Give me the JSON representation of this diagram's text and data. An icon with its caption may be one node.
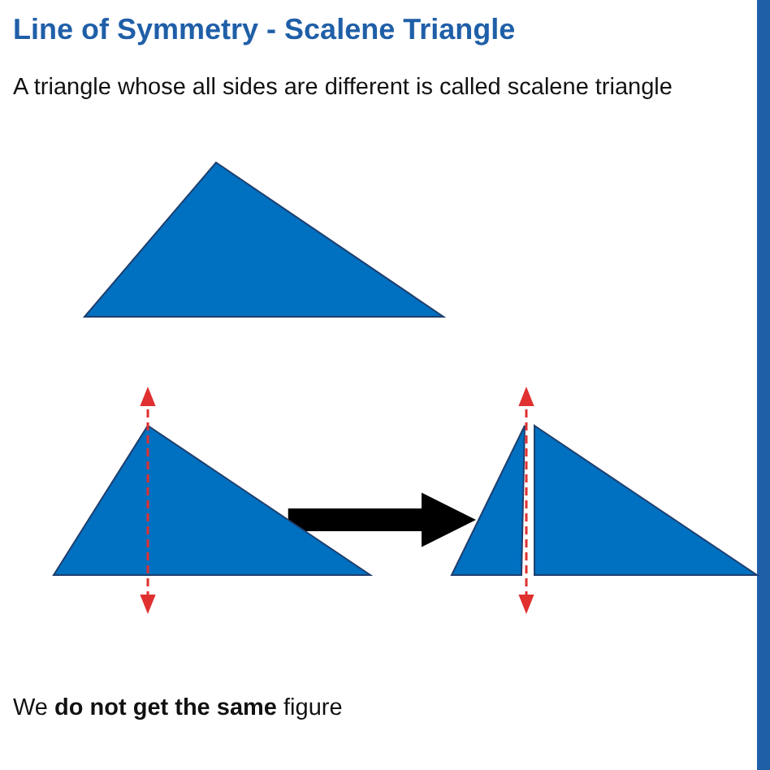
{
  "diagram": {
    "title": "Line of Symmetry - Scalene Triangle",
    "nodes": [
      {
        "text": [],
        "shape": "triangle"
      },
      {
        "text": [],
        "shape": "triangle"
      },
      {
        "text": [],
        "shape": "triangle"
      }
    ],
    "edges": [
      {
        "from": 1,
        "to": 2,
        "arrow": "to"
      }
    ],
    "labels": [
      "A triangle whose all sides are different is called scalene triangle",
      "We **do not get the same** figure"
    ]
  }
}
